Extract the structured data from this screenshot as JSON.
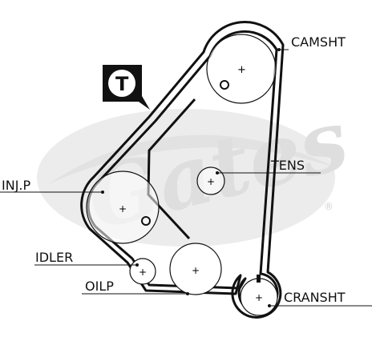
{
  "watermark": {
    "text": "Gates",
    "mark": "®",
    "color": "#e6e6e6"
  },
  "badge": {
    "letter": "T"
  },
  "labels": {
    "camshaft": "CAMSHT",
    "tensioner": "TENS",
    "injection_pump": "INJ.P",
    "idler": "IDLER",
    "oil_pump": "OILP",
    "crankshaft": "CRANSHT"
  },
  "colors": {
    "belt": "#111111",
    "line": "#111111",
    "background": "#ffffff"
  }
}
